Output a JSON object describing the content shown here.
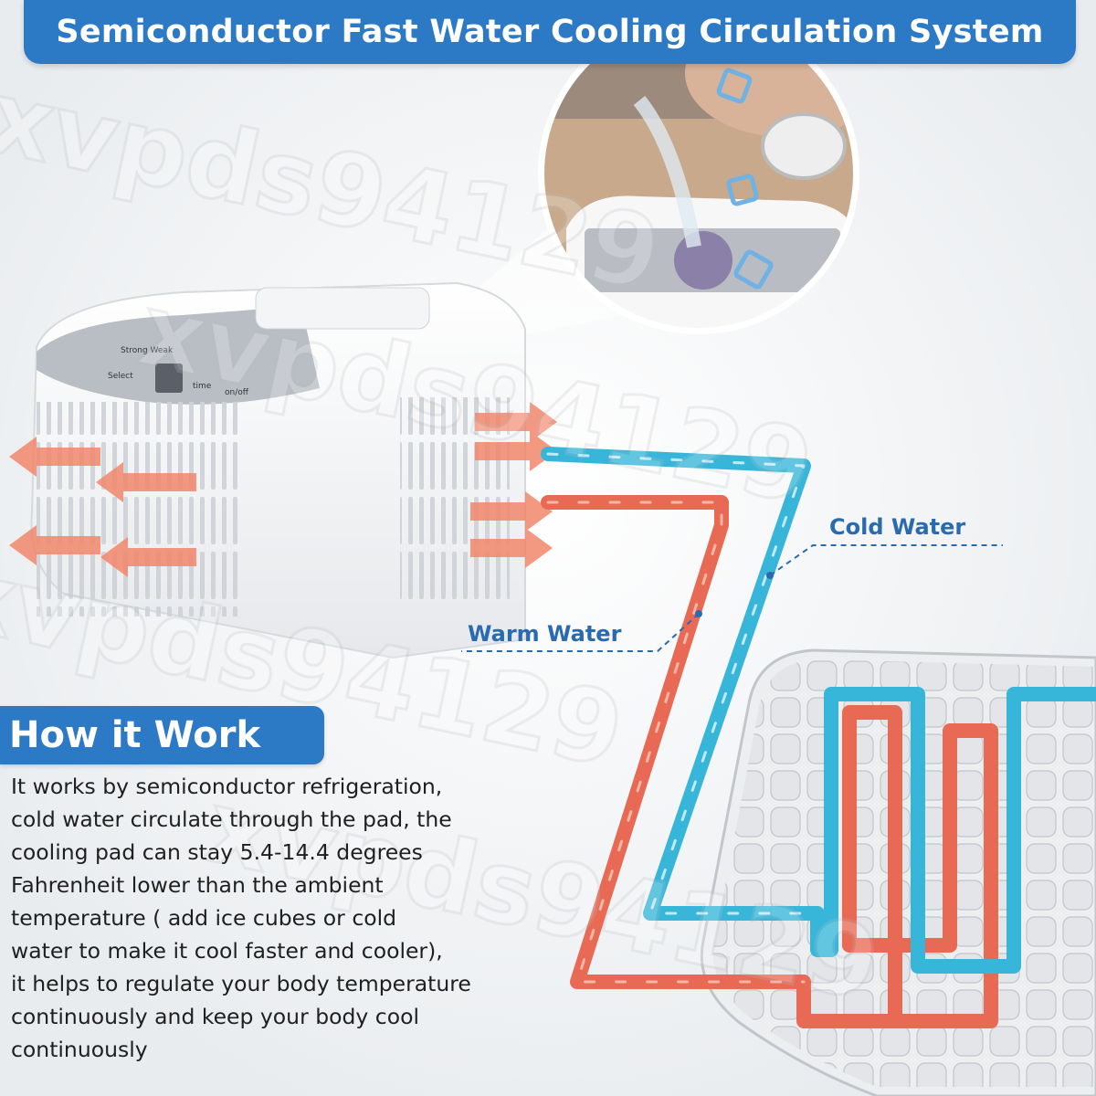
{
  "header": {
    "title": "Semiconductor Fast Water Cooling Circulation System"
  },
  "labels": {
    "cold_water": "Cold Water",
    "warm_water": "Warm Water"
  },
  "device": {
    "panel_labels": [
      "Strong Weak",
      "Select",
      "time",
      "on/off"
    ]
  },
  "how_it_works": {
    "title": "How it Work",
    "lines": [
      "It works by semiconductor refrigeration,",
      "cold water circulate through the pad, the",
      "cooling pad can stay 5.4-14.4 degrees",
      "Fahrenheit lower than the ambient",
      "temperature ( add ice cubes or cold",
      "water to make it cool faster and cooler),",
      "it helps to regulate your body temperature",
      "continuously and keep your body cool",
      "continuously"
    ]
  },
  "watermark": {
    "text": "xvpds94129"
  },
  "colors": {
    "accent_blue": "#2c79c6",
    "cold_pipe": "#38b6d9",
    "warm_pipe": "#e86a55",
    "airflow_arrow": "#f2876c"
  }
}
